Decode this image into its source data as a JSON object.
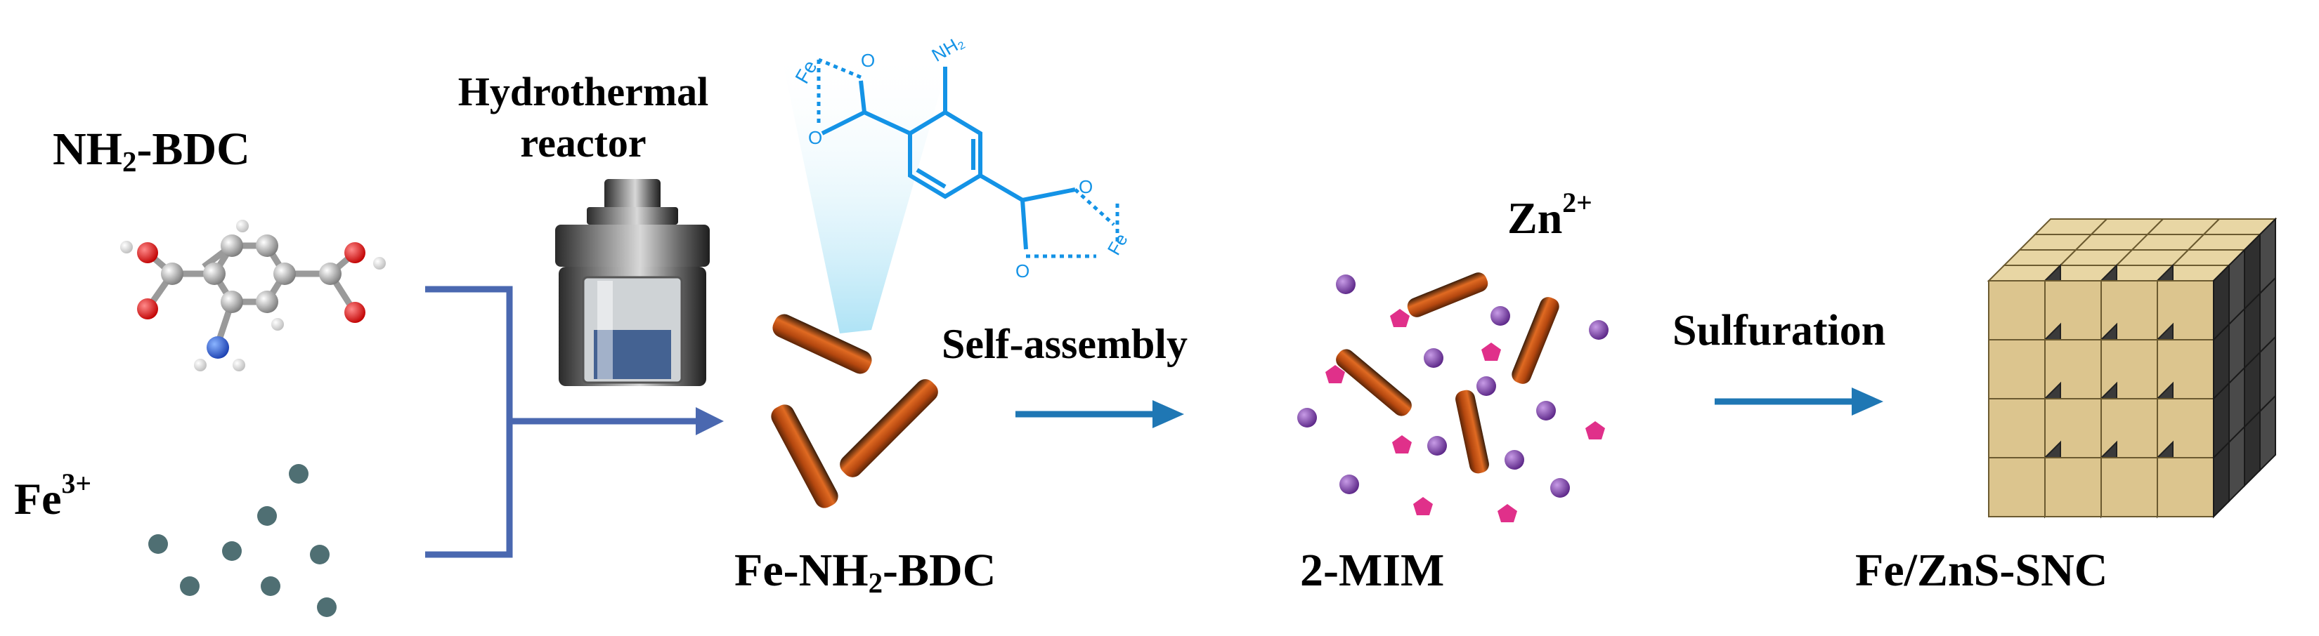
{
  "labels": {
    "nh2bdc": {
      "prefix": "NH",
      "sub": "2",
      "suffix": "-BDC"
    },
    "fe3": {
      "base": "Fe",
      "sup": "3+"
    },
    "hydrothermal": "Hydrothermal",
    "reactor": "reactor",
    "self_assembly": "Self-assembly",
    "fe_nh2_bdc": {
      "prefix": "Fe-NH",
      "sub": "2",
      "suffix": "-BDC"
    },
    "zn2": {
      "base": "Zn",
      "sup": "2+"
    },
    "mim": "2-MIM",
    "sulfuration": "Sulfuration",
    "product": "Fe/ZnS-SNC"
  },
  "molecule_labels": {
    "fe_top": "Fe",
    "o_top": "O",
    "o_left": "O",
    "nh2": "NH₂",
    "o_right_top": "O",
    "o_right_bottom": "O",
    "fe_bottom": "Fe"
  },
  "colors": {
    "line_blue": "#4a68b0",
    "arrow_teal": "#1f77b4",
    "molecule_blue": "#1493e6",
    "rod_orange": "#d2581a",
    "zn_purple": "#7b3fa8",
    "mim_pink": "#e0308a",
    "fe_dot": "#4f6f73",
    "cube_face": "#dcc58e",
    "cube_side": "#3a3a3a"
  }
}
